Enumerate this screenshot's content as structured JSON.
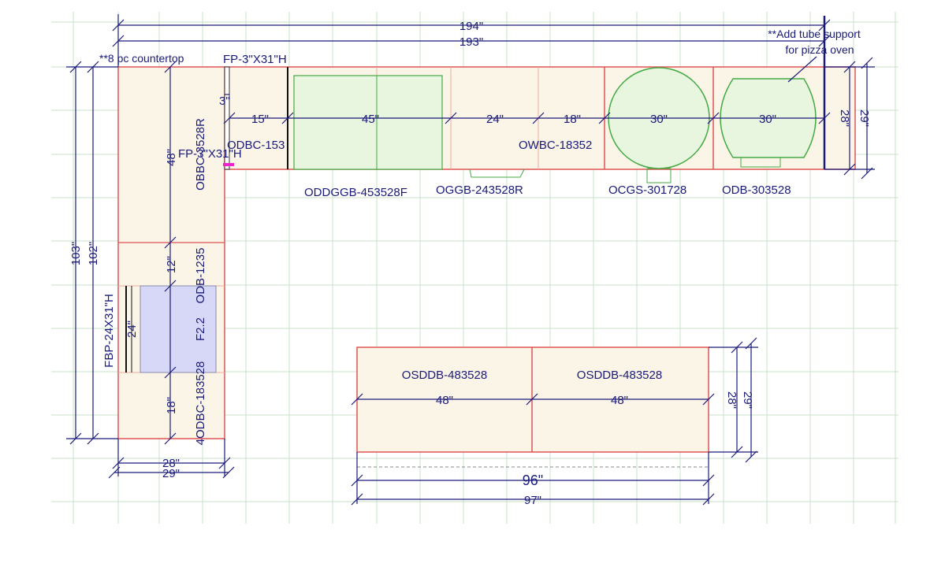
{
  "colors": {
    "grid": "#c9e0c9",
    "dimension": "#1a1a7a",
    "cabinet_outline": "#e05555",
    "cabinet_fill": "#fbf5e8",
    "appliance": "#44aa44",
    "appliance_fill": "#e8f6e0",
    "sink_fill": "#d7d7f7",
    "marker": "#ee22cc"
  },
  "notes": {
    "countertop": "**8 pc countertop",
    "tube_line1": "**Add tube support",
    "tube_line2": "for pizza oven"
  },
  "dimensions": {
    "top_overall": "194\"",
    "top_second": "193\"",
    "left_outer": "103\"",
    "left_inner": "102\"",
    "bottom_28": "28\"",
    "bottom_29": "29\"",
    "right_28": "28\"",
    "right_29": "29\"",
    "island_96": "96\"",
    "island_97": "97\"",
    "island_right_28": "28\"",
    "island_right_29": "29\"",
    "w15": "15\"",
    "w45": "45\"",
    "w24": "24\"",
    "w18": "18\"",
    "w30a": "30\"",
    "w30b": "30\"",
    "d3": "3\"",
    "v48": "48\"",
    "v12": "12\"",
    "v24": "24\"",
    "v18": "18\"",
    "island_48a": "48\"",
    "island_48b": "48\""
  },
  "labels": {
    "fp_top": "FP-3\"X31\"H",
    "fp_mid": "FP-3\"X31\"H",
    "odbc153": "ODBC-153",
    "oddggb": "ODDGGB-453528F",
    "oggb": "OGGB-243528R",
    "owbc": "OWBC-18352",
    "ocgs": "OCGS-301728",
    "odb303": "ODB-303528",
    "obbc": "OBBC-3528R",
    "odb1235": "ODB-1235",
    "f22": "F2.2",
    "odbc1835": "4ODBC-183528",
    "fbp": "FBP-24X31\"H",
    "osddb1": "OSDDB-483528",
    "osddb2": "OSDDB-483528"
  }
}
